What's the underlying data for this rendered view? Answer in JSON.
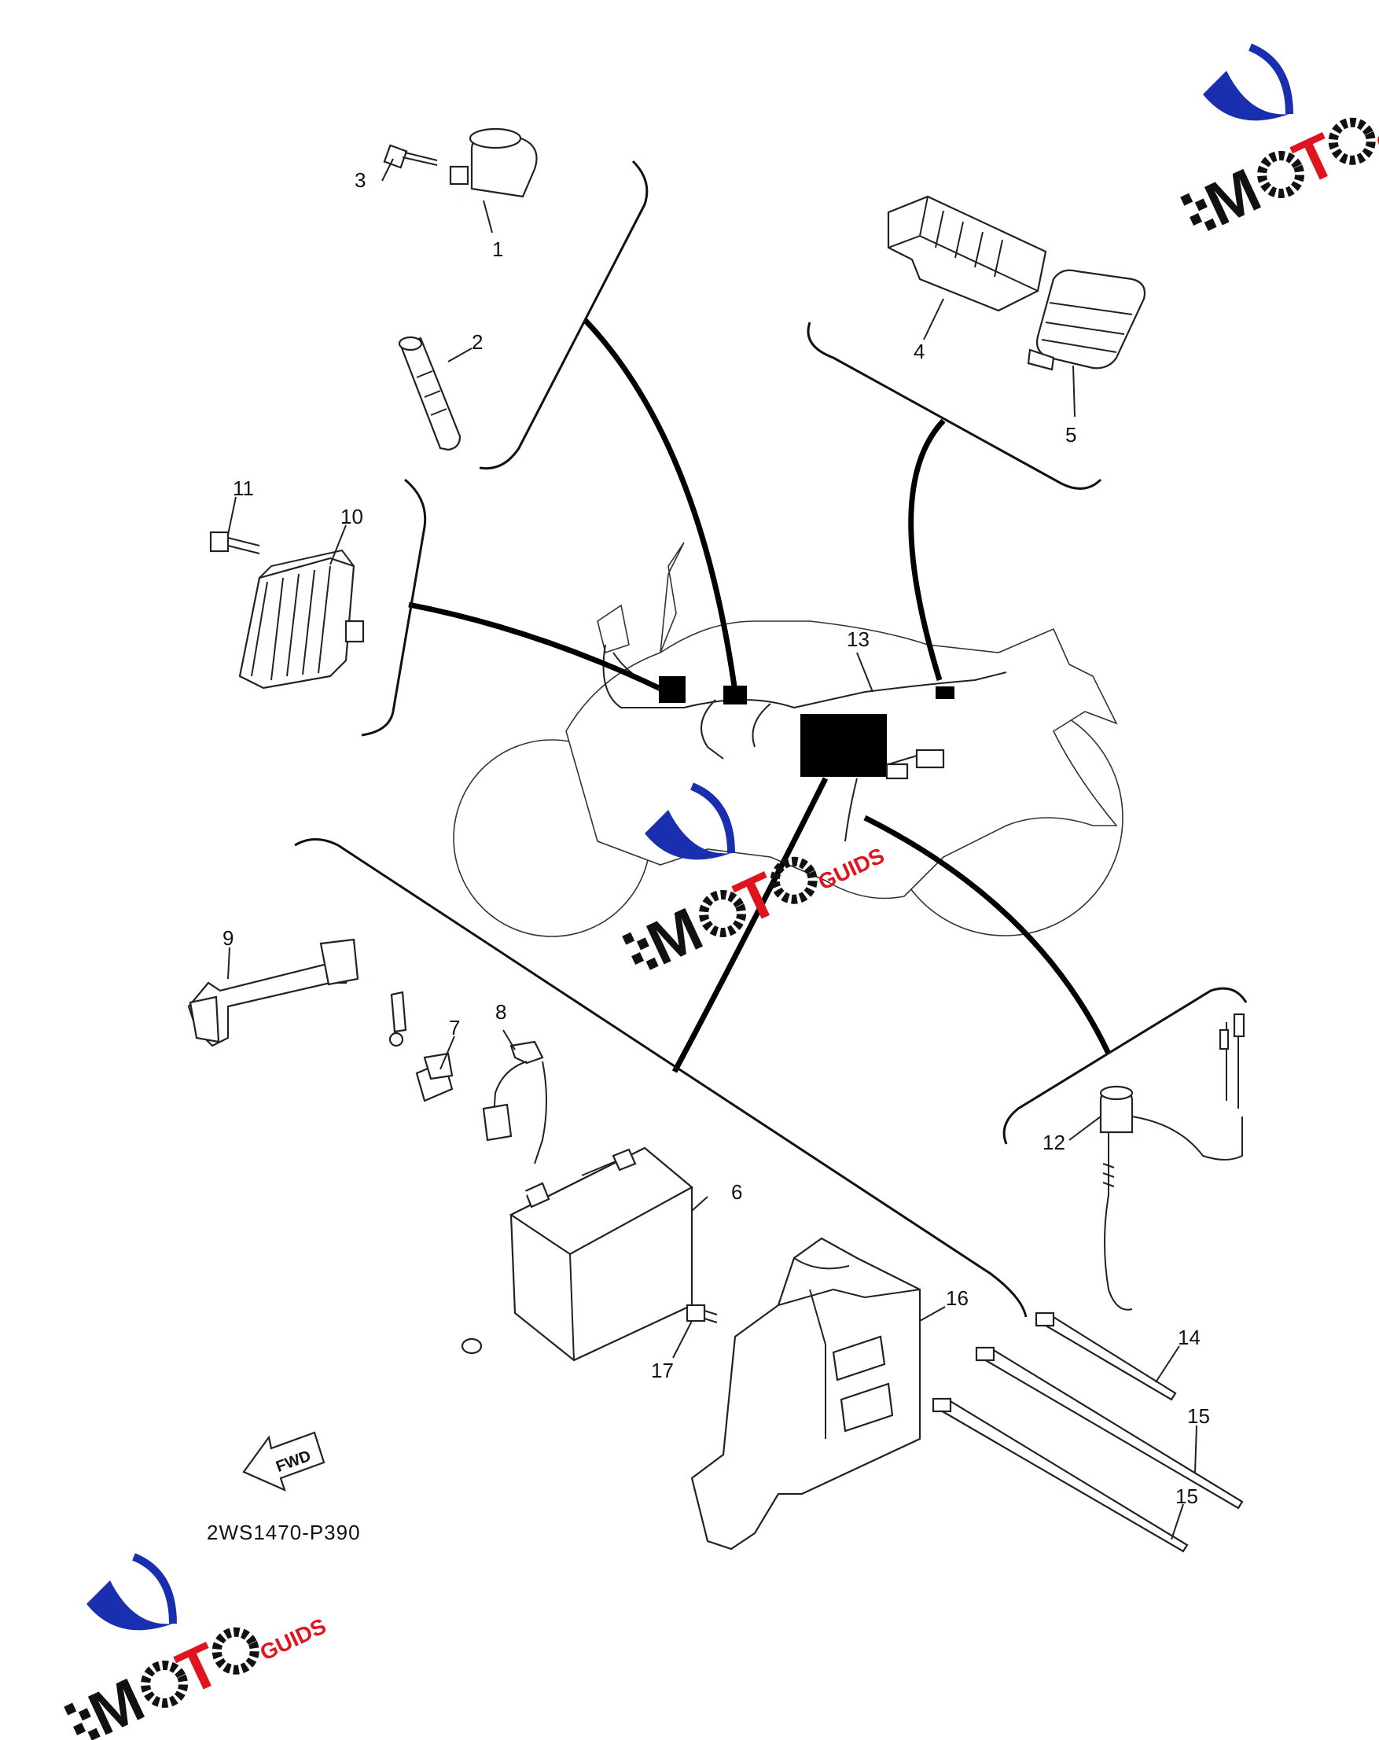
{
  "diagram": {
    "code": "2WS1470-P390",
    "fwd_label": "FWD",
    "callouts": [
      {
        "id": "1",
        "label": "1"
      },
      {
        "id": "2",
        "label": "2"
      },
      {
        "id": "3",
        "label": "3"
      },
      {
        "id": "4",
        "label": "4"
      },
      {
        "id": "5",
        "label": "5"
      },
      {
        "id": "6",
        "label": "6"
      },
      {
        "id": "7",
        "label": "7"
      },
      {
        "id": "8",
        "label": "8"
      },
      {
        "id": "9",
        "label": "9"
      },
      {
        "id": "10",
        "label": "10"
      },
      {
        "id": "11",
        "label": "11"
      },
      {
        "id": "12",
        "label": "12"
      },
      {
        "id": "13",
        "label": "13"
      },
      {
        "id": "14",
        "label": "14"
      },
      {
        "id": "15a",
        "label": "15"
      },
      {
        "id": "15b",
        "label": "15"
      },
      {
        "id": "16",
        "label": "16"
      },
      {
        "id": "17",
        "label": "17"
      }
    ]
  },
  "watermark": {
    "brand": "MOTO",
    "suffix": "GUIDS",
    "colors": {
      "blue": "#1a2fb0",
      "red": "#e0141e",
      "black": "#111111"
    }
  }
}
